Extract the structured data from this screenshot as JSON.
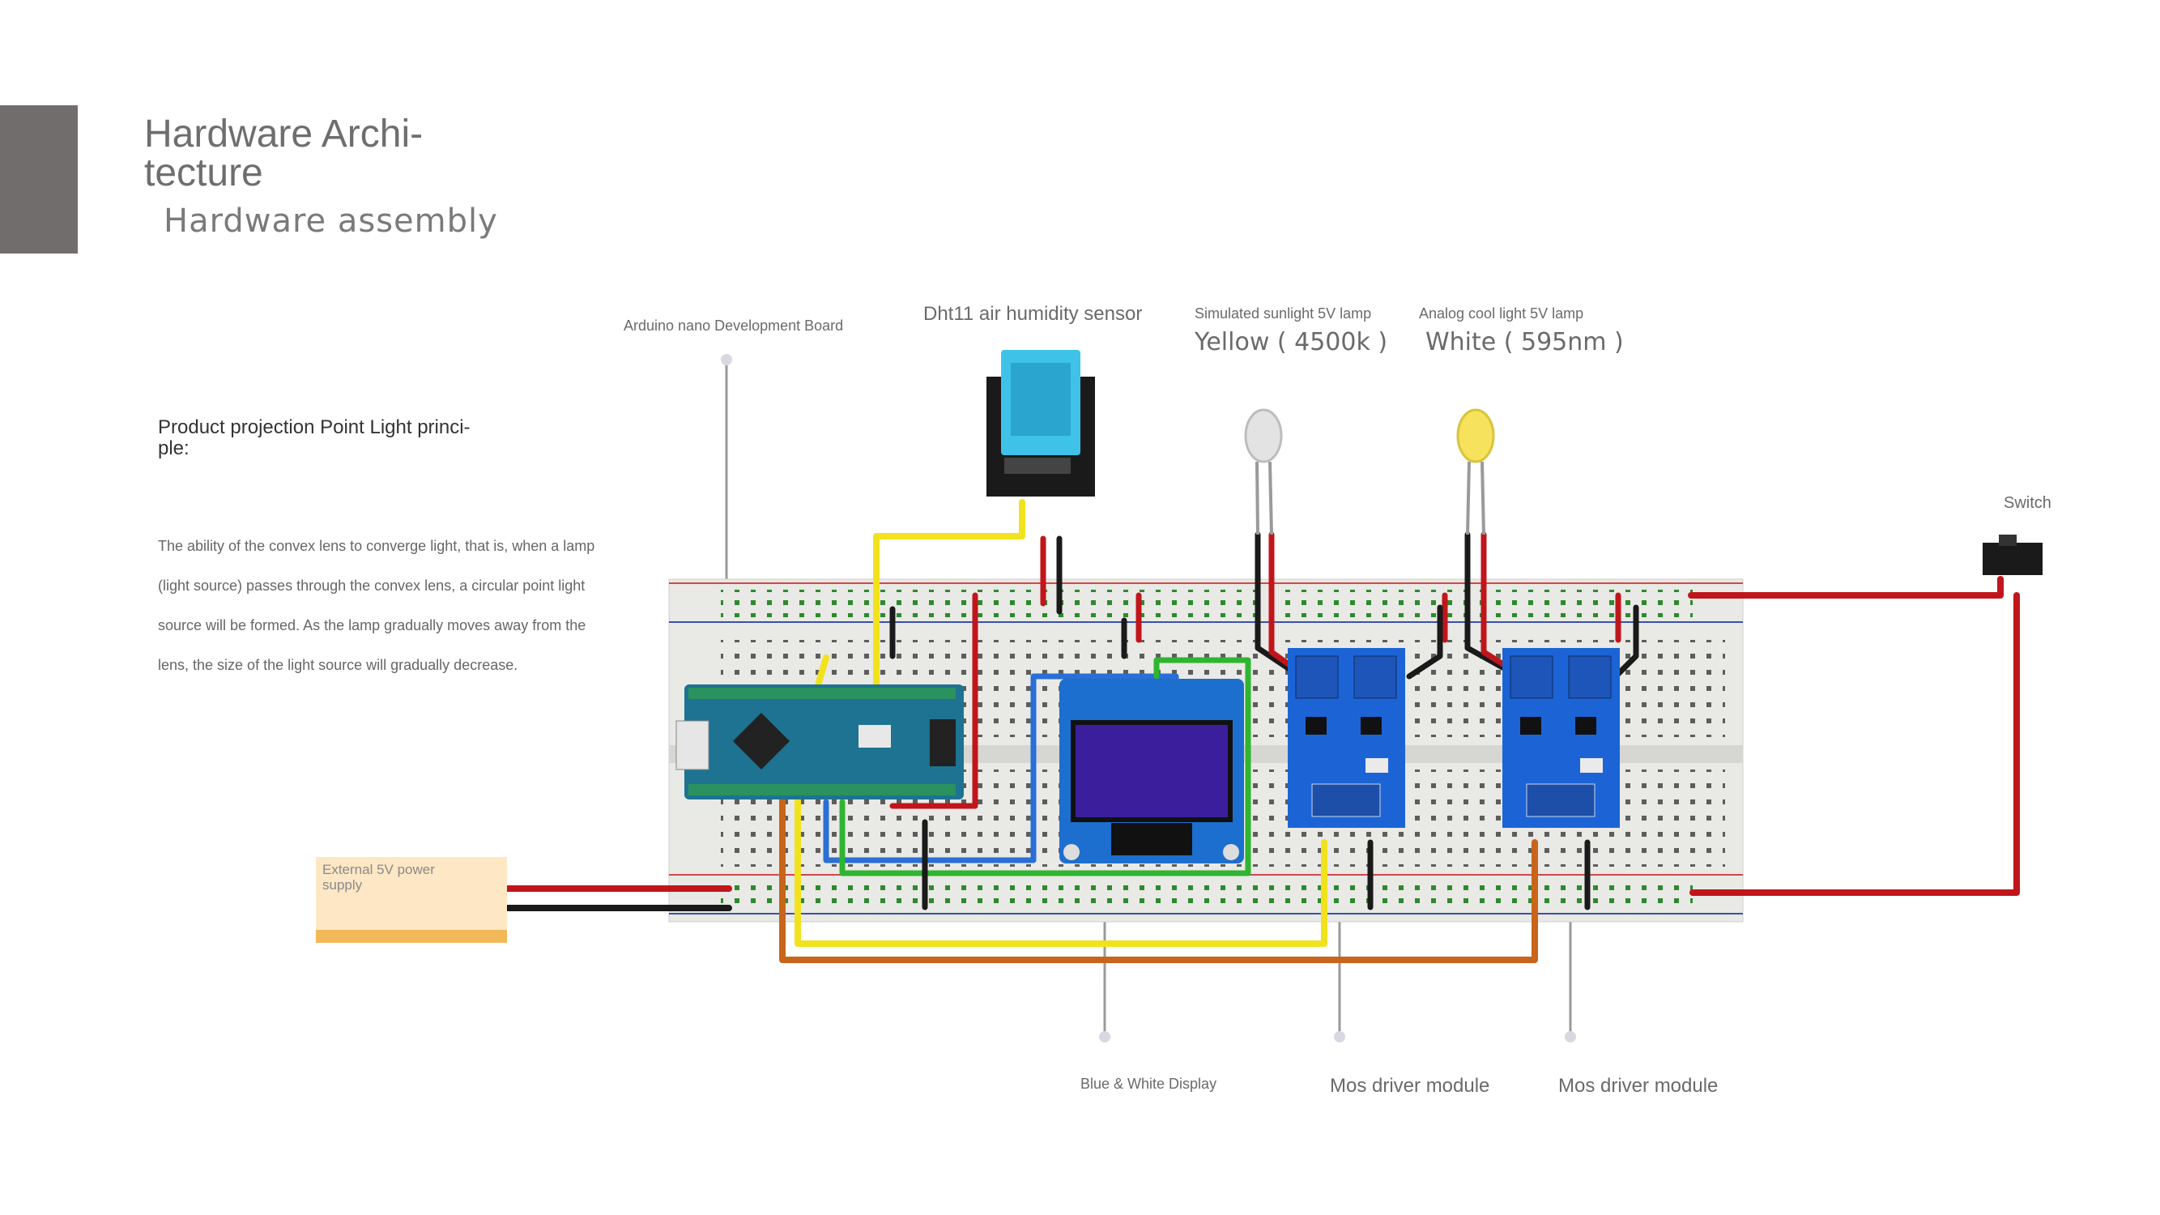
{
  "header": {
    "title": "Hardware Archi-\ntecture",
    "subtitle": "Hardware assembly"
  },
  "principle": {
    "title": "Product projection Point Light princi-\nple:",
    "body": "The ability of the convex lens to converge light, that is, when a lamp (light source) passes through the convex lens, a circular point light source will be formed. As the lamp gradually moves away from the lens, the size of the light source will gradually decrease."
  },
  "labels": {
    "arduino": "Arduino nano Development Board",
    "dht11": "Dht11 air humidity sensor",
    "sunlight_caption": "Simulated sunlight 5V lamp",
    "sunlight_value": "Yellow ( 4500k )",
    "coollight_caption": "Analog cool light 5V lamp",
    "coollight_value": "White ( 595nm )",
    "switch": "Switch",
    "power": "External 5V power\nsupply",
    "display": "Blue & White Display",
    "mos1": "Mos driver module",
    "mos2": "Mos driver module"
  },
  "colors": {
    "accent": "#726d6d",
    "wire_red": "#c0161b",
    "wire_black": "#1a1a1a",
    "wire_yellow": "#f2e21d",
    "wire_green": "#2fb52f",
    "wire_blue": "#2a6fd6",
    "wire_orange": "#c8651a",
    "breadboard": "#e9e9e6",
    "mos_board": "#1c64d6",
    "oled_screen": "#3b1e9c"
  },
  "icons": [
    "arduino-nano-board",
    "dht11-sensor",
    "led-white",
    "led-yellow",
    "slide-switch",
    "oled-display",
    "mos-driver-module",
    "breadboard"
  ]
}
